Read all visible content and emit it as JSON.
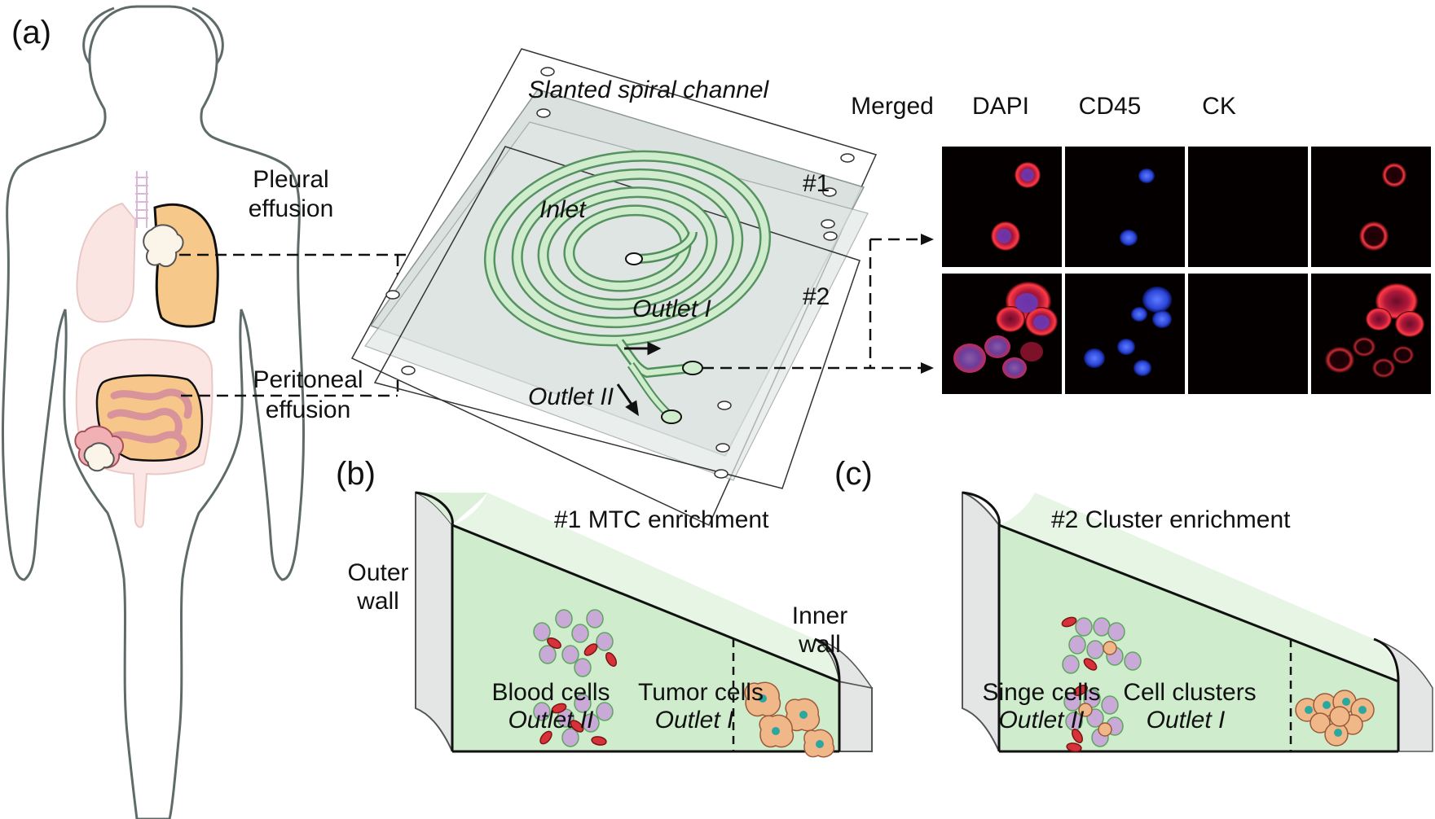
{
  "panels": {
    "a": "(a)",
    "b": "(b)",
    "c": "(c)"
  },
  "body_labels": {
    "pleural_line1": "Pleural",
    "pleural_line2": "effusion",
    "peritoneal_line1": "Peritoneal",
    "peritoneal_line2": "effusion"
  },
  "device": {
    "title": "Slanted spiral channel",
    "inlet": "Inlet",
    "outlet_1": "Outlet I",
    "outlet_2": "Outlet II"
  },
  "imaging": {
    "columns": [
      "Merged",
      "DAPI",
      "CD45",
      "CK"
    ],
    "rows": [
      "#1",
      "#2"
    ]
  },
  "panel_b": {
    "title": "#1 MTC enrichment",
    "outer_wall_line1": "Outer",
    "outer_wall_line2": "wall",
    "inner_wall_line1": "Inner",
    "inner_wall_line2": "wall",
    "left_label": "Blood cells",
    "left_outlet": "Outlet II",
    "right_label": "Tumor cells",
    "right_outlet": "Outlet I"
  },
  "panel_c": {
    "title": "#2 Cluster enrichment",
    "left_label": "Singe cells",
    "left_outlet": "Outlet II",
    "right_label": "Cell clusters",
    "right_outlet": "Outlet I"
  },
  "colors": {
    "outline": "#5f6b6a",
    "lung": "#f5c98a",
    "intestine": "#f2c8c0",
    "channel_green": "#cfeccd",
    "channel_stroke": "#4f8f5a",
    "glass": "#d9dfdd",
    "micrograph_bg": "#050000",
    "ck_red": "#e8303a",
    "dapi_blue": "#2b4de0",
    "blood_cell_purple": "#c9a9d8",
    "red_blood_cell": "#d7323a",
    "tumor_cell": "#f0b888"
  }
}
